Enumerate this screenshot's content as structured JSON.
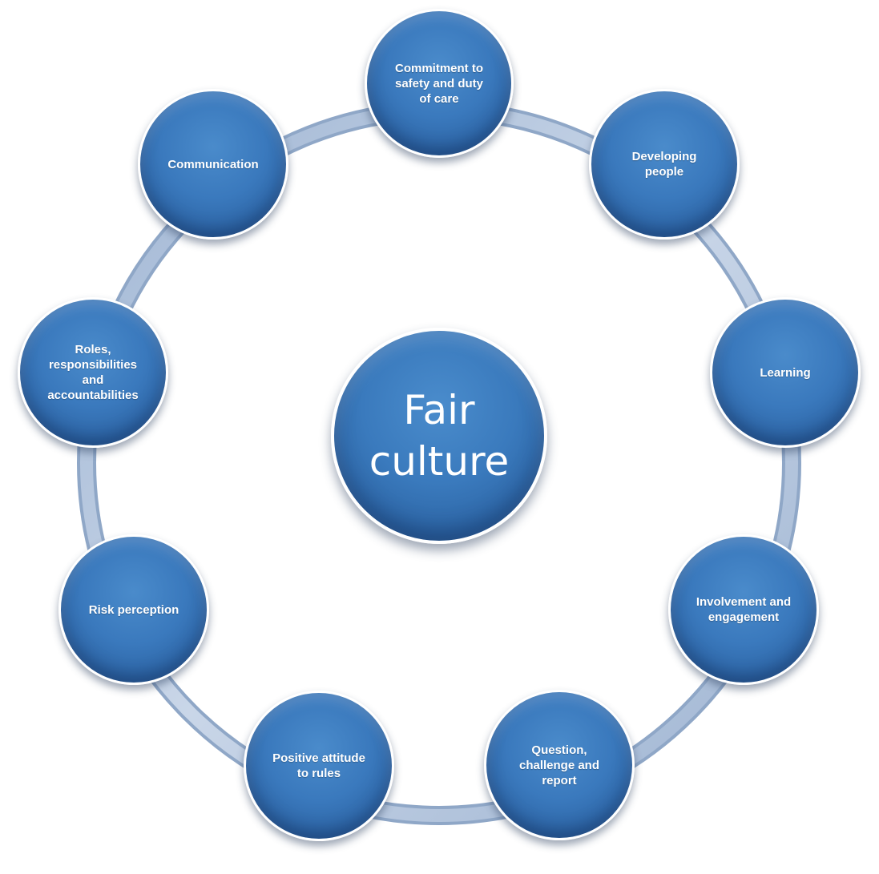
{
  "center": {
    "label": "Fair\nculture"
  },
  "nodes": [
    {
      "id": "commitment",
      "label": "Commitment to\nsafety and duty\nof care"
    },
    {
      "id": "developing-people",
      "label": "Developing\npeople"
    },
    {
      "id": "learning",
      "label": "Learning"
    },
    {
      "id": "involvement",
      "label": "Involvement and\nengagement"
    },
    {
      "id": "question",
      "label": "Question,\nchallenge and\nreport"
    },
    {
      "id": "positive-attitude",
      "label": "Positive attitude\nto rules"
    },
    {
      "id": "risk-perception",
      "label": "Risk perception"
    },
    {
      "id": "roles",
      "label": "Roles,\nresponsibilities\nand\naccountabilities"
    },
    {
      "id": "communication",
      "label": "Communication"
    }
  ],
  "colors": {
    "node_fill": "#3a79bd",
    "ring": "#b4c6de",
    "text": "#ffffff"
  }
}
